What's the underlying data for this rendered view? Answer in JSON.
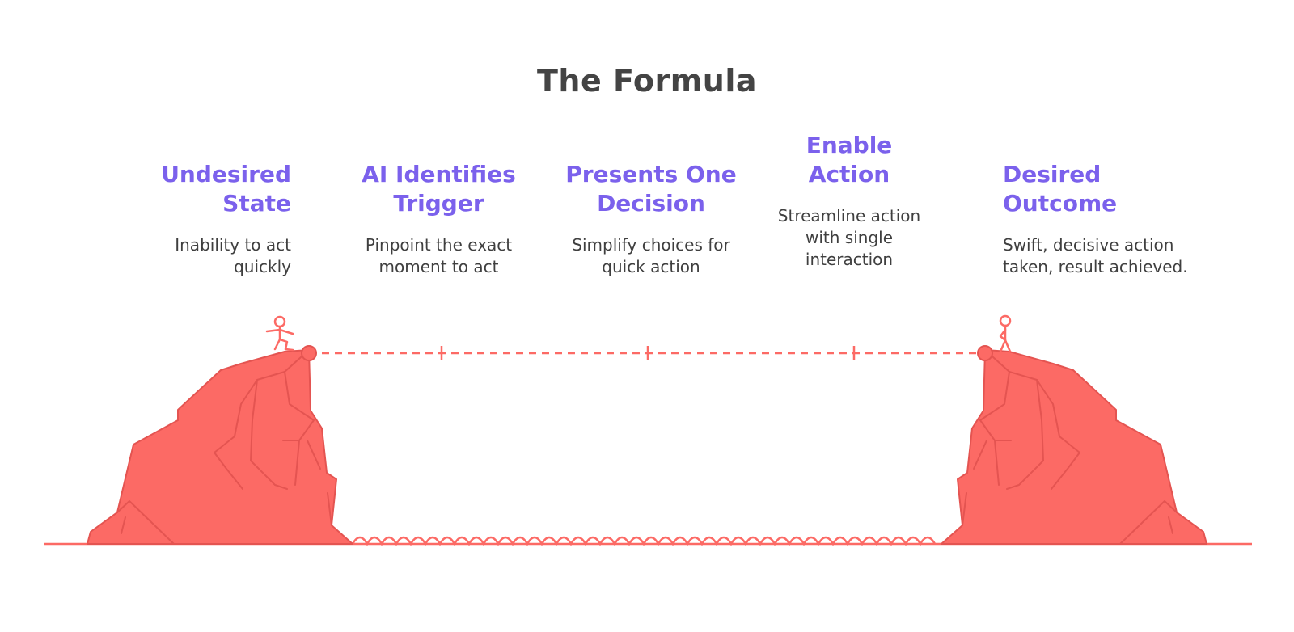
{
  "title": "The Formula",
  "steps": [
    {
      "heading": "Undesired\nState",
      "description": "Inability to act\nquickly"
    },
    {
      "heading": "AI Identifies\nTrigger",
      "description": "Pinpoint the exact\nmoment to act"
    },
    {
      "heading": "Presents One\nDecision",
      "description": "Simplify choices for\nquick action"
    },
    {
      "heading": "Enable\nAction",
      "description": "Streamline action\nwith single\ninteraction"
    },
    {
      "heading": "Desired\nOutcome",
      "description": "Swift, decisive action\ntaken, result achieved."
    }
  ],
  "colors": {
    "accent": "#7b61ec",
    "cliff": "#fc6a65",
    "cliff_line": "#e45451",
    "text": "#3f3f3f",
    "title": "#444444"
  }
}
